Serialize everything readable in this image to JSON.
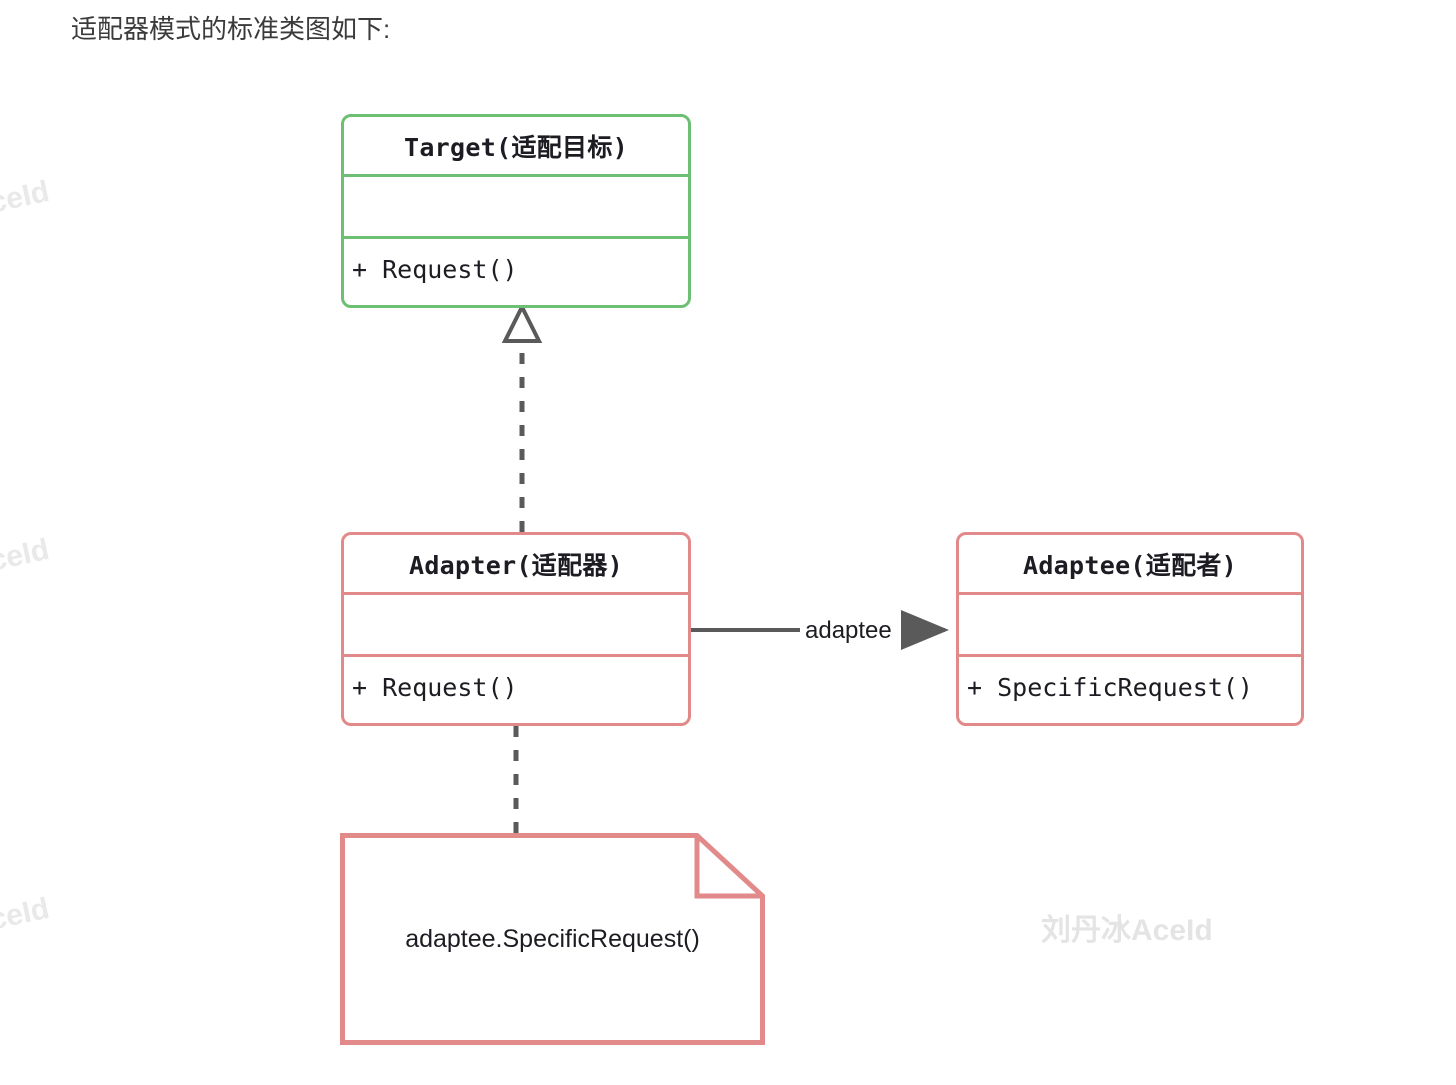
{
  "page": {
    "title": "适配器模式的标准类图如下:",
    "background_color": "#ffffff",
    "title_color": "#3b3b3b"
  },
  "watermarks": [
    {
      "text": "AceId",
      "position": "left-top"
    },
    {
      "text": "AceId",
      "position": "left-middle"
    },
    {
      "text": "AceId",
      "position": "left-bottom"
    },
    {
      "text": "刘丹冰AceId",
      "position": "center-bottom"
    }
  ],
  "colors": {
    "interface_border": "#6cbf73",
    "class_border": "#e28a8a",
    "connector": "#5a5a5a",
    "text": "#1c1c22",
    "watermark": "#e9e9e9"
  },
  "diagram": {
    "type": "uml-class-diagram",
    "classes": [
      {
        "id": "target",
        "name": "Target(适配目标)",
        "stereotype_color": "#6cbf73",
        "attributes": [],
        "methods": [
          "+ Request()"
        ]
      },
      {
        "id": "adapter",
        "name": "Adapter(适配器)",
        "stereotype_color": "#e28a8a",
        "attributes": [],
        "methods": [
          "+ Request()"
        ]
      },
      {
        "id": "adaptee",
        "name": "Adaptee(适配者)",
        "stereotype_color": "#e28a8a",
        "attributes": [],
        "methods": [
          "+ SpecificRequest()"
        ]
      }
    ],
    "notes": [
      {
        "id": "note-adapter-body",
        "text": "adaptee.SpecificRequest()",
        "attached_to": "adapter"
      }
    ],
    "relations": [
      {
        "id": "realization",
        "from": "adapter",
        "to": "target",
        "kind": "realization",
        "line": "dashed",
        "arrowhead": "hollow-triangle",
        "label": ""
      },
      {
        "id": "association",
        "from": "adapter",
        "to": "adaptee",
        "kind": "association",
        "line": "solid",
        "arrowhead": "filled-arrow",
        "label": "adaptee"
      },
      {
        "id": "note-link",
        "from": "adapter",
        "to": "note-adapter-body",
        "kind": "note-anchor",
        "line": "dashed",
        "arrowhead": "none",
        "label": ""
      }
    ]
  }
}
